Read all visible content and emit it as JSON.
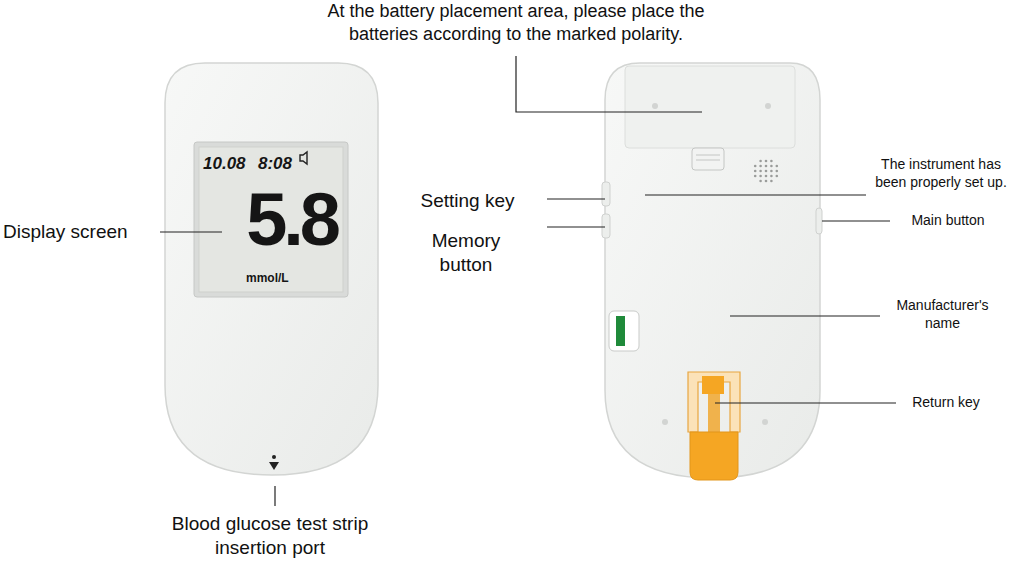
{
  "diagram": {
    "nodes": [
      {
        "text": [
          "10.08",
          "8:08",
          "5.8",
          "mmol/L"
        ]
      }
    ],
    "labels": [
      "At the battery placement area, please place the batteries according to the marked polarity.",
      "Display screen",
      "Setting key",
      "Memory button",
      "The instrument has been properly set up.",
      "Main button",
      "Manufacturer's name",
      "Return key",
      "Blood glucose test strip insertion port"
    ]
  }
}
